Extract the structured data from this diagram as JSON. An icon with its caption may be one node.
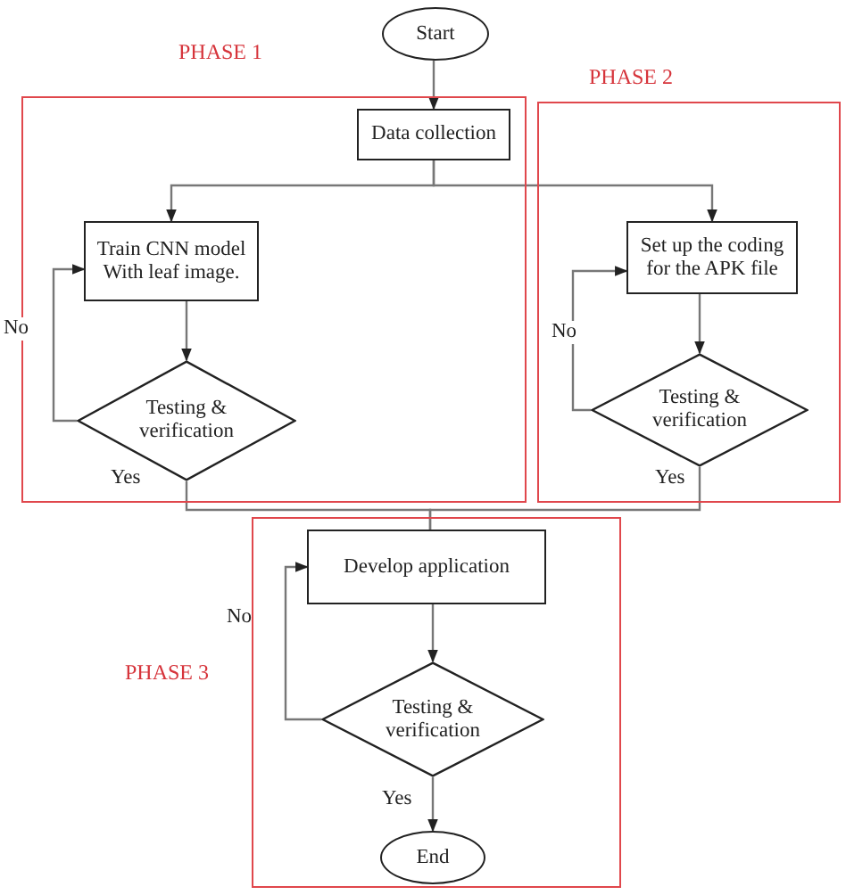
{
  "diagram": {
    "nodes": [
      {
        "text": [
          "Start"
        ]
      },
      {
        "text": [
          "PHASE 1"
        ]
      },
      {
        "text": [
          "Data collection"
        ],
        "in": 1
      },
      {
        "text": [
          "Train CNN model With leaf image."
        ],
        "in": 1
      },
      {
        "text": [
          "Testing & verification"
        ],
        "in": 1
      },
      {
        "text": [
          "PHASE 2"
        ]
      },
      {
        "text": [
          "Set up the coding for the APK file"
        ],
        "in": 5
      },
      {
        "text": [
          "Testing & verification"
        ],
        "in": 5
      },
      {
        "text": [
          "PHASE 3"
        ]
      },
      {
        "text": [
          "Develop application"
        ],
        "in": 8
      },
      {
        "text": [
          "Testing & verification"
        ],
        "in": 8
      },
      {
        "text": [
          "End"
        ],
        "in": 8
      }
    ],
    "edges": [
      {
        "from": 0,
        "to": 2,
        "arrow": "to"
      },
      {
        "from": 2,
        "to": 3,
        "arrow": "to"
      },
      {
        "from": 2,
        "to": 6,
        "arrow": "to"
      },
      {
        "from": 3,
        "to": 4,
        "arrow": "to"
      },
      {
        "from": 4,
        "to": 3,
        "arrow": "to",
        "label": "No"
      },
      {
        "from": 6,
        "to": 7,
        "arrow": "to"
      },
      {
        "from": 7,
        "to": 6,
        "arrow": "to",
        "label": "No"
      },
      {
        "from": 4,
        "to": 9,
        "arrow": "none",
        "label": "Yes"
      },
      {
        "from": 7,
        "to": 9,
        "arrow": "none",
        "label": "Yes"
      },
      {
        "from": 9,
        "to": 10,
        "arrow": "to"
      },
      {
        "from": 10,
        "to": 9,
        "arrow": "to",
        "label": "No"
      },
      {
        "from": 10,
        "to": 11,
        "arrow": "to",
        "label": "Yes"
      }
    ]
  }
}
